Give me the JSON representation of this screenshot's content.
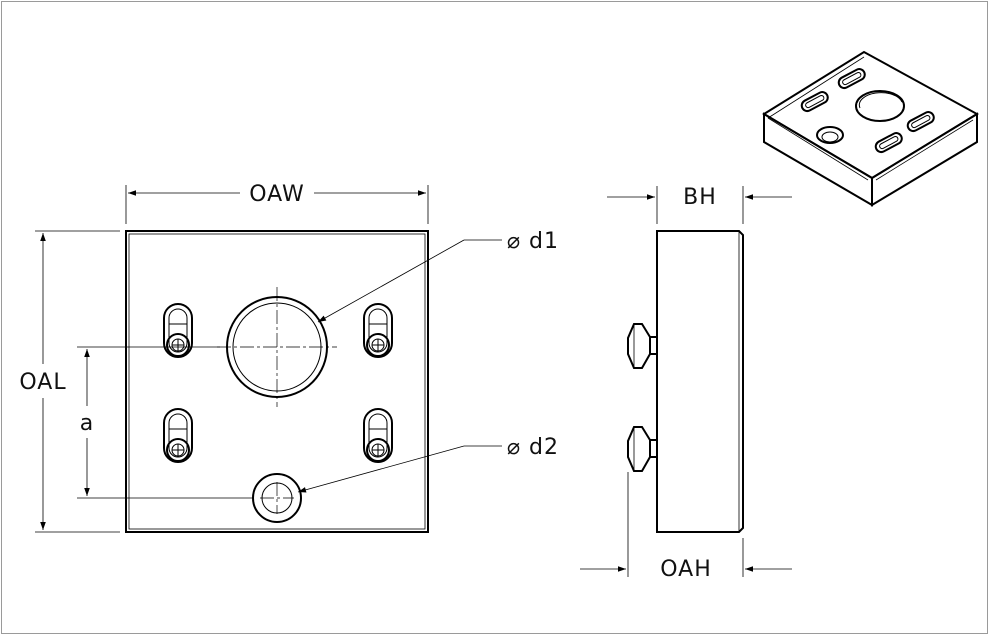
{
  "labels": {
    "oaw": "OAW",
    "oal": "OAL",
    "a": "a",
    "d1": "d1",
    "d2": "d2",
    "bh": "BH",
    "oah": "OAH",
    "diameter_symbol": "⌀"
  }
}
